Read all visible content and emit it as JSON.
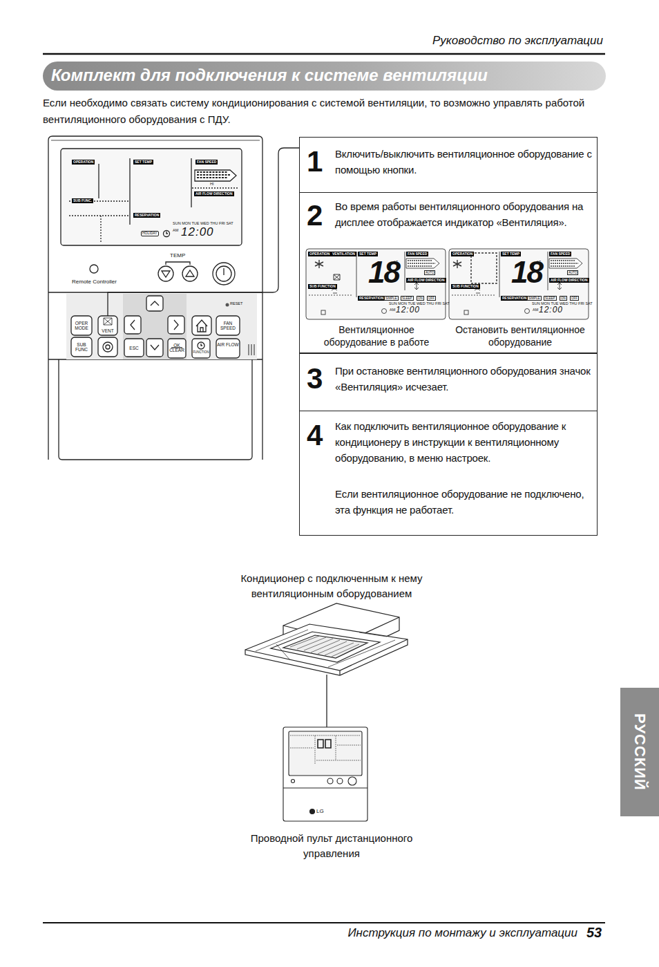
{
  "diagram": {
    "title": "Комплект для подключения к системе вентиляции",
    "nodes": [
      {
        "text": [
          "1",
          "Включить/выключить вентиляционное оборудование с помощью кнопки."
        ]
      },
      {
        "text": [
          "2",
          "Во время работы вентиляционного оборудования на дисплее отображается индикатор «Вентиляция».",
          "Вентиляционное оборудование в работе",
          "Остановить вентиляционное оборудование"
        ]
      },
      {
        "text": [
          "3",
          "При остановке вентиляционного оборудования значок «Вентиляция» исчезает."
        ]
      },
      {
        "text": [
          "4",
          "Как подключить вентиляционное оборудование к кондиционеру в инструкции к вентиляционному оборудованию, в меню настроек.",
          "Если вентиляционное оборудование не подключено, эта функция не работает."
        ]
      },
      {
        "text": [
          "Кондиционер с подключенным к нему вентиляционным оборудованием"
        ]
      },
      {
        "text": [
          "Проводной пульт дистанционного управления"
        ]
      },
      {
        "text": [
          "РУССКИЙ"
        ]
      }
    ],
    "edges": [
      {
        "from": 4,
        "to": 5,
        "arrow": "none"
      }
    ],
    "labels": [
      "Руководство по эксплуатации",
      "Если необходимо связать систему кондиционирования с системой вентиляции, то возможно управлять работой вентиляционного оборудования с ПДУ.",
      "OPERATION",
      "SET TEMP",
      "FAN SPEED",
      "HI",
      "SUB FUNC.",
      "AIR FLOW DIRECTION",
      "RESERVATION",
      "SUN MON TUE WED THU FRI SAT",
      "HOLIDAY",
      "AM",
      "12:00",
      "TEMP",
      "Remote Controller",
      "RESET",
      "OPER MODE",
      "VENT",
      "FAN SPEED",
      "SUB FUNC",
      "ESC",
      "OK CLEAR",
      "FUNCTION",
      "AIR FLOW",
      "OPERATION",
      "VENTILATION",
      "SET TEMP",
      "FAN SPEED",
      "18",
      "°C",
      "AUTO",
      "SUB FUNCTION",
      "AIR FLOW DIRECTION",
      "RESERVATION",
      "SIMPLE",
      "SLEEP",
      "ON",
      "OFF",
      "SUN MON TUE WED THU FRI SAT",
      "AM",
      "12:00",
      "OPERATION",
      "SET TEMP",
      "FAN SPEED",
      "18",
      "°C",
      "AUTO",
      "SUB FUNCTION",
      "AIR FLOW DIRECTION",
      "RESERVATION",
      "SIMPLE",
      "SLEEP",
      "ON",
      "OFF",
      "SUN MON TUE WED THU FRI SAT",
      "AM",
      "12:00",
      "Инструкция по монтажу и эксплуатации",
      "53",
      "LG"
    ]
  }
}
